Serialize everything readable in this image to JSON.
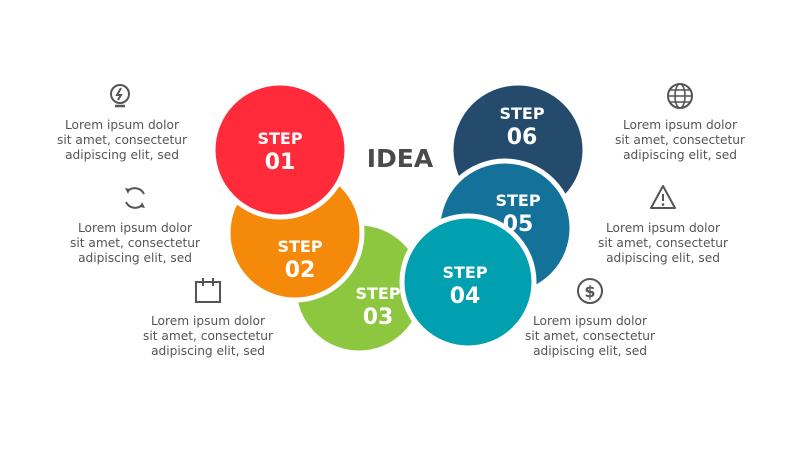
{
  "title": "IDEA",
  "colors": {
    "step1": "#FF2A3A",
    "step2": "#F5890A",
    "step3": "#8DC63F",
    "step4": "#00A0B0",
    "step5": "#14729A",
    "step6": "#244B6B",
    "text": "#555555"
  },
  "steps": [
    {
      "label": "STEP",
      "number": "01"
    },
    {
      "label": "STEP",
      "number": "02"
    },
    {
      "label": "STEP",
      "number": "03"
    },
    {
      "label": "STEP",
      "number": "04"
    },
    {
      "label": "STEP",
      "number": "05"
    },
    {
      "label": "STEP",
      "number": "06"
    }
  ],
  "descriptions": [
    {
      "icon": "lightbulb-icon",
      "lines": [
        "Lorem ipsum dolor",
        "sit amet, consectetur",
        "adipiscing elit, sed"
      ]
    },
    {
      "icon": "refresh-icon",
      "lines": [
        "Lorem ipsum dolor",
        "sit amet, consectetur",
        "adipiscing elit, sed"
      ]
    },
    {
      "icon": "calendar-icon",
      "lines": [
        "Lorem ipsum dolor",
        "sit amet, consectetur",
        "adipiscing elit, sed"
      ]
    },
    {
      "icon": "dollar-icon",
      "lines": [
        "Lorem ipsum dolor",
        "sit amet, consectetur",
        "adipiscing elit, sed"
      ]
    },
    {
      "icon": "warning-icon",
      "lines": [
        "Lorem ipsum dolor",
        "sit amet, consectetur",
        "adipiscing elit, sed"
      ]
    },
    {
      "icon": "globe-icon",
      "lines": [
        "Lorem ipsum dolor",
        "sit amet, consectetur",
        "adipiscing elit, sed"
      ]
    }
  ]
}
